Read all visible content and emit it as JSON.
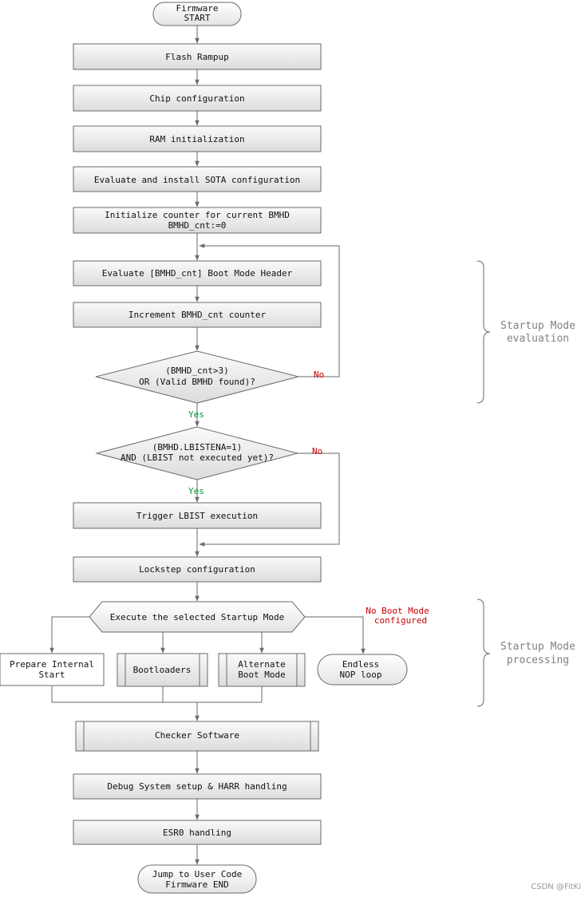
{
  "flowchart": {
    "start": [
      "Firmware",
      "START"
    ],
    "flash_rampup": "Flash Rampup",
    "chip_config": "Chip configuration",
    "ram_init": "RAM initialization",
    "sota": "Evaluate and install SOTA configuration",
    "init_counter": [
      "Initialize counter for current BMHD",
      "BMHD_cnt:=0"
    ],
    "evaluate_bmhd": "Evaluate [BMHD_cnt] Boot Mode Header",
    "increment": "Increment BMHD_cnt counter",
    "decision1": [
      "(BMHD_cnt>3)",
      "OR (Valid BMHD found)?"
    ],
    "decision2": [
      "(BMHD.LBISTENA=1)",
      "AND (LBIST not executed yet)?"
    ],
    "trigger_lbist": "Trigger LBIST execution",
    "lockstep": "Lockstep configuration",
    "execute_mode": "Execute the selected Startup Mode",
    "prepare_internal": [
      "Prepare Internal",
      "Start"
    ],
    "bootloaders": "Bootloaders",
    "alternate": [
      "Alternate",
      "Boot Mode"
    ],
    "endless": [
      "Endless",
      "NOP loop"
    ],
    "no_boot_mode": [
      "No Boot Mode",
      "configured"
    ],
    "checker": "Checker Software",
    "debug": "Debug System setup & HARR handling",
    "esr0": "ESR0 handling",
    "end": [
      "Jump to User Code",
      "Firmware END"
    ],
    "yes_label": "Yes",
    "no_label": "No",
    "brace_eval": [
      "Startup Mode",
      "evaluation"
    ],
    "brace_proc": [
      "Startup Mode",
      "processing"
    ]
  },
  "watermark": "CSDN @FitKi",
  "colors": {
    "box_fill_top": "#f7f7f7",
    "box_fill_bottom": "#dedede",
    "stroke": "#6a6a6a",
    "no_red": "#cc0000",
    "yes_green": "#009933",
    "annotation_gray": "#808080"
  }
}
